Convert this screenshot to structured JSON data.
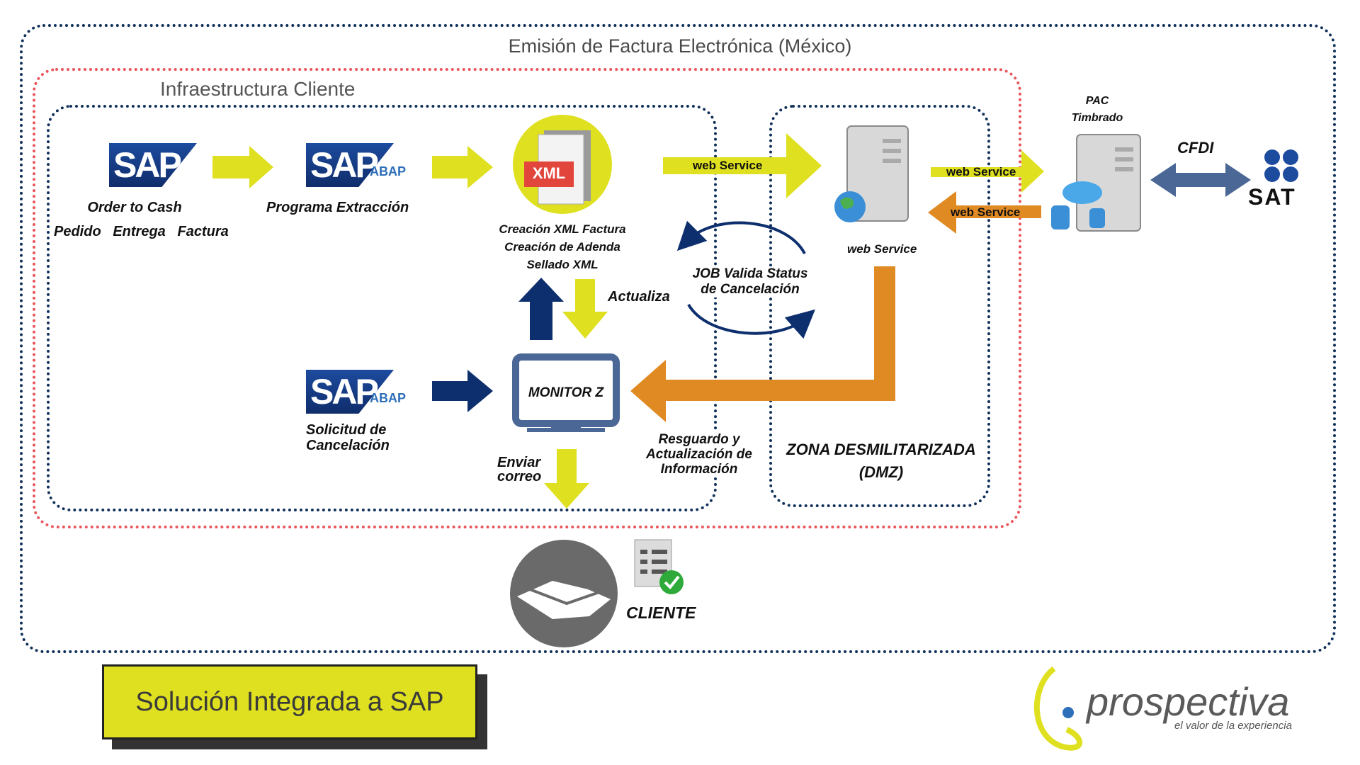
{
  "diagram": {
    "title": "Emisión de Factura Electrónica (México)",
    "infra_label": "Infraestructura Cliente",
    "sap_order": {
      "logo": "SAP",
      "label": "Order to Cash",
      "sub": "Pedido   Entrega   Factura"
    },
    "sap_extract": {
      "logo": "SAP",
      "abap": "ABAP",
      "label": "Programa Extracción"
    },
    "xml": {
      "icon_text": "XML",
      "line1": "Creación XML Factura",
      "line2": "Creación de Adenda",
      "line3": "Sellado XML"
    },
    "actualiza": "Actualiza",
    "job": {
      "line1": "JOB Valida Status",
      "line2": "de Cancelación"
    },
    "ws_to_dmz": "web Service",
    "dmz_server_label": "web Service",
    "ws_to_pac": "web Service",
    "ws_from_pac": "web Service",
    "pac": {
      "line1": "PAC",
      "line2": "Timbrado"
    },
    "cfdi": "CFDI",
    "sat": "SAT",
    "sap_cancel": {
      "logo": "SAP",
      "abap": "ABAP",
      "line1": "Solicitud de",
      "line2": "Cancelación"
    },
    "monitor": "MONITOR Z",
    "enviar": {
      "line1": "Enviar",
      "line2": "correo"
    },
    "resguardo": {
      "line1": "Resguardo y",
      "line2": "Actualización de",
      "line3": "Información"
    },
    "dmz": {
      "line1": "ZONA DESMILITARIZADA",
      "line2": "(DMZ)"
    },
    "cliente": "CLIENTE",
    "solution_title": "Solución Integrada a SAP",
    "logo": {
      "name": "prospectiva",
      "tagline": "el valor de la experiencia"
    }
  },
  "colors": {
    "yellow_arrow": "#dfe020",
    "navy_arrow": "#0e2f6e",
    "orange_arrow": "#e08a24",
    "steel_arrow": "#4a6796",
    "outer_border": "#10305a",
    "client_border": "#e9545a"
  }
}
